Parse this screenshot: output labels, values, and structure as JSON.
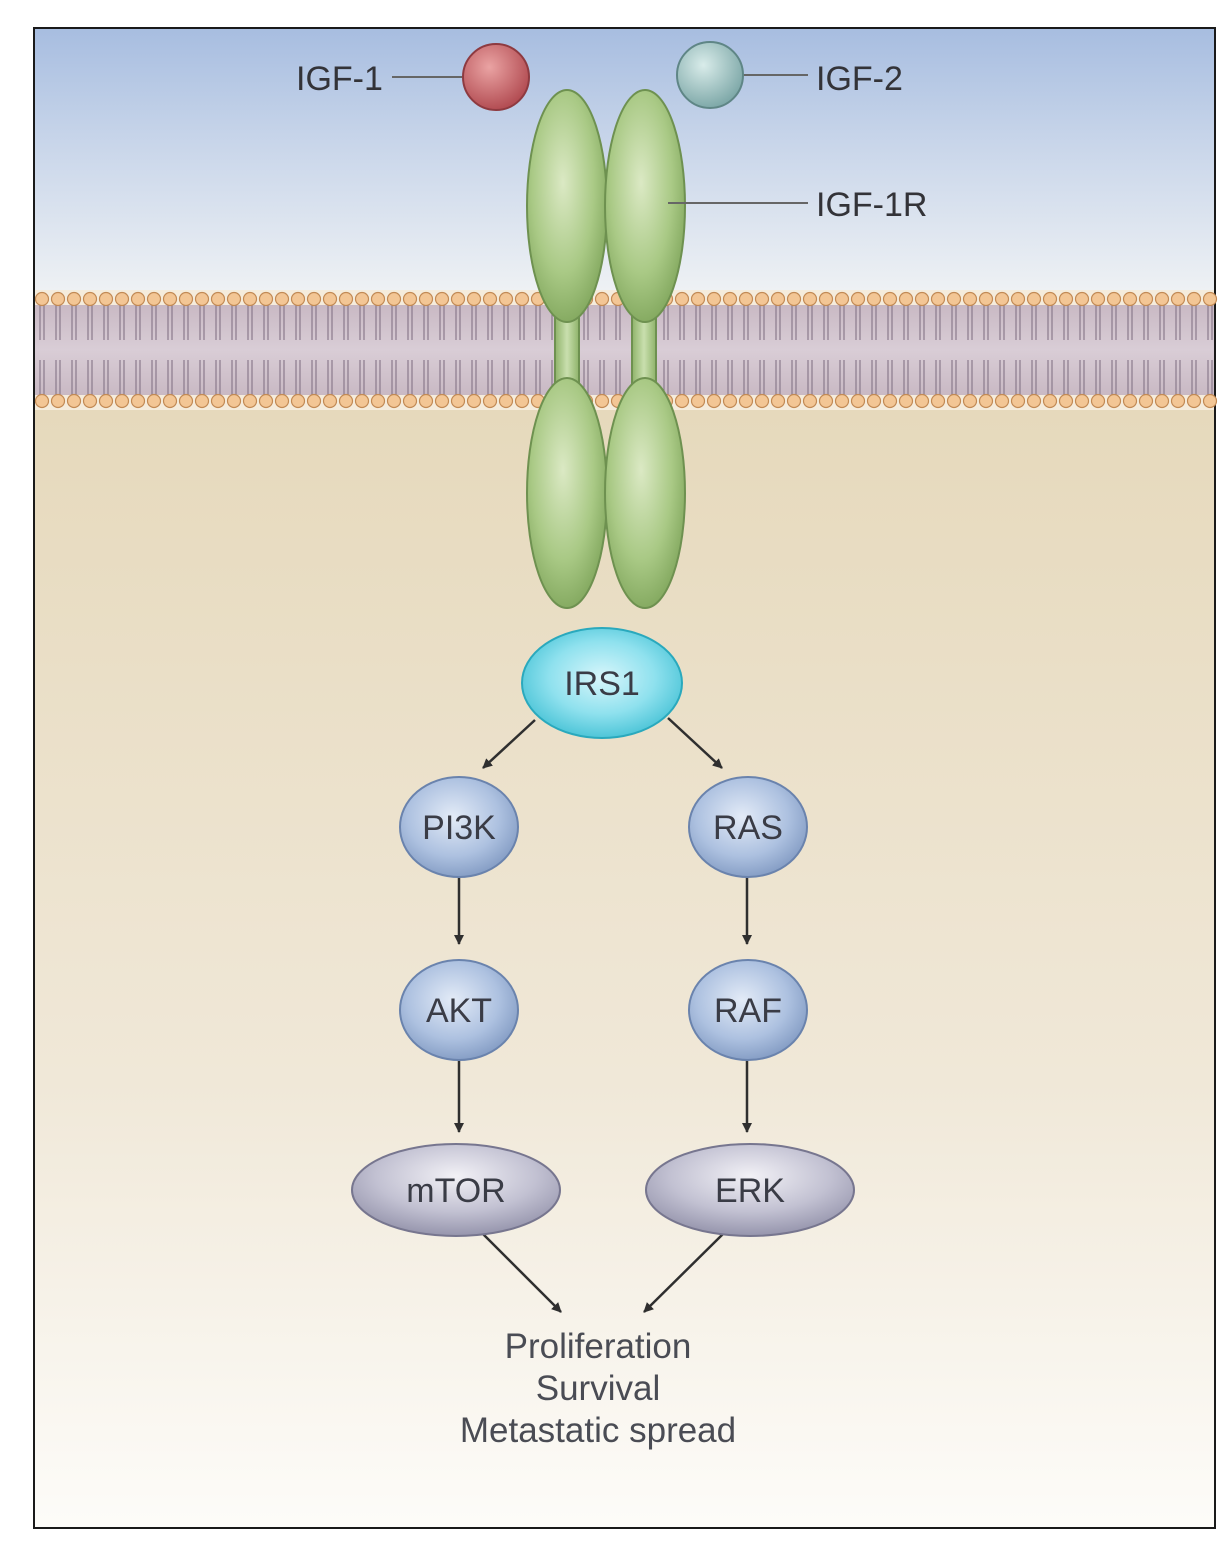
{
  "ligands": {
    "igf1": "IGF-1",
    "igf2": "IGF-2"
  },
  "receptor": {
    "label": "IGF-1R"
  },
  "nodes": {
    "irs1": "IRS1",
    "pi3k": "PI3K",
    "akt": "AKT",
    "mtor": "mTOR",
    "ras": "RAS",
    "raf": "RAF",
    "erk": "ERK"
  },
  "outcomes": [
    "Proliferation",
    "Survival",
    "Metastatic spread"
  ],
  "colors": {
    "igf1": "#c0595e",
    "igf2": "#86b2b2",
    "receptor": "#9cbf76",
    "irs1": "#5ecfe0",
    "kinase": "#9cb2d8",
    "effector": "#a8a7bc",
    "membrane_head": "#f3c695",
    "extracellular_top": "#a7bde0",
    "cytoplasm": "#e8dcc0"
  }
}
